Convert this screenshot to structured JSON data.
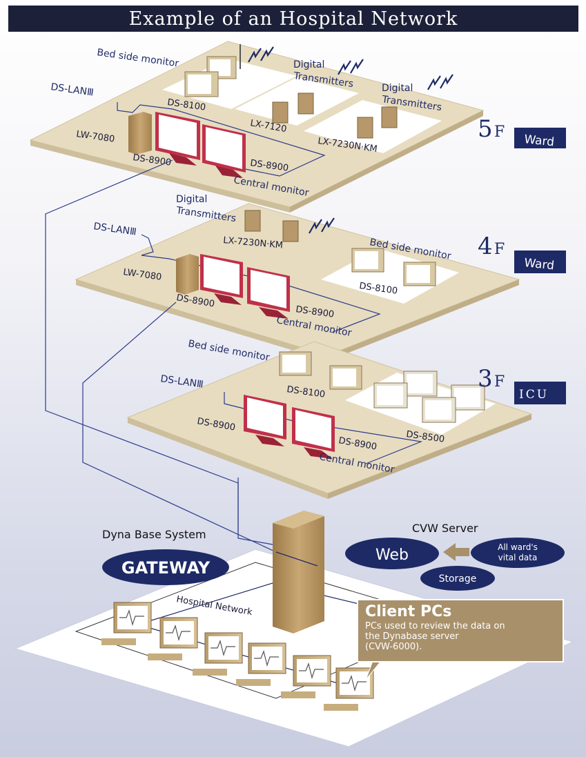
{
  "title": "Example of an Hospital Network",
  "floors": {
    "f5": {
      "number": "5",
      "unit": "F",
      "badge": "Ward"
    },
    "f4": {
      "number": "4",
      "unit": "F",
      "badge": "Ward"
    },
    "f3": {
      "number": "3",
      "unit": "F",
      "badge": "ICU"
    }
  },
  "labels": {
    "bedside_monitor": "Bed side monitor",
    "digital_1": "Digital",
    "digital_2": "Transmitters",
    "ds_lan": "DS-LANⅢ",
    "ds8100": "DS-8100",
    "ds8900": "DS-8900",
    "ds8500": "DS-8500",
    "lw7080": "LW-7080",
    "lx7120": "LX-7120",
    "lx7230": "LX-7230N·KM",
    "central_monitor": "Central monitor"
  },
  "gateway": {
    "system": "Dyna Base System",
    "label": "GATEWAY"
  },
  "cvw": {
    "server": "CVW Server",
    "web": "Web",
    "vital_1": "All ward's",
    "vital_2": "vital data",
    "storage": "Storage"
  },
  "hospital_network": "Hospital Network",
  "client": {
    "title": "Client PCs",
    "desc": "PCs used to review the data on\nthe Dynabase server\n (CVW-6000)."
  },
  "colors": {
    "navy": "#1c2038",
    "brand": "#1e2a66",
    "floor": "#e7dcc0",
    "tower": "#b9955e",
    "monitor": "#c0304a",
    "client_box": "#a8906a"
  }
}
